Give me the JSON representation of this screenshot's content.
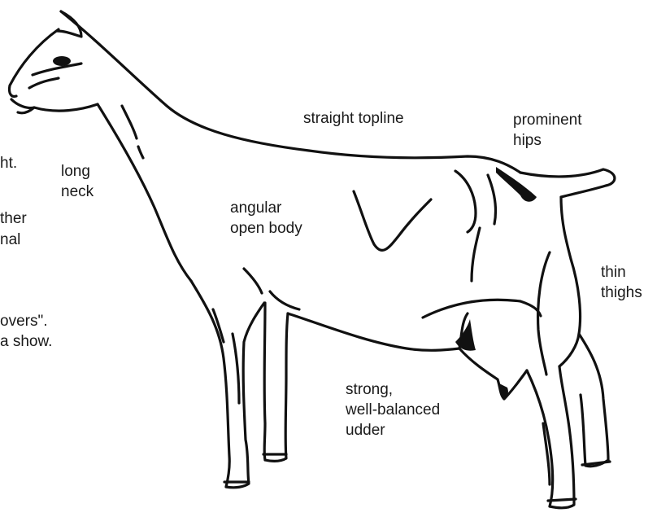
{
  "side_text": [
    "ht.",
    "ther",
    "nal",
    "overs\".",
    "a show."
  ],
  "labels": {
    "long_neck": [
      "long",
      "neck"
    ],
    "straight_topline": [
      "straight topline"
    ],
    "prominent_hips": [
      "prominent",
      "hips"
    ],
    "angular_body": [
      "angular",
      "open body"
    ],
    "thin_thighs": [
      "thin",
      "thighs"
    ],
    "udder": [
      "strong,",
      "well-balanced",
      "udder"
    ]
  },
  "colors": {
    "ink": "#111111",
    "text": "#1a1a1a",
    "background": "#ffffff"
  }
}
